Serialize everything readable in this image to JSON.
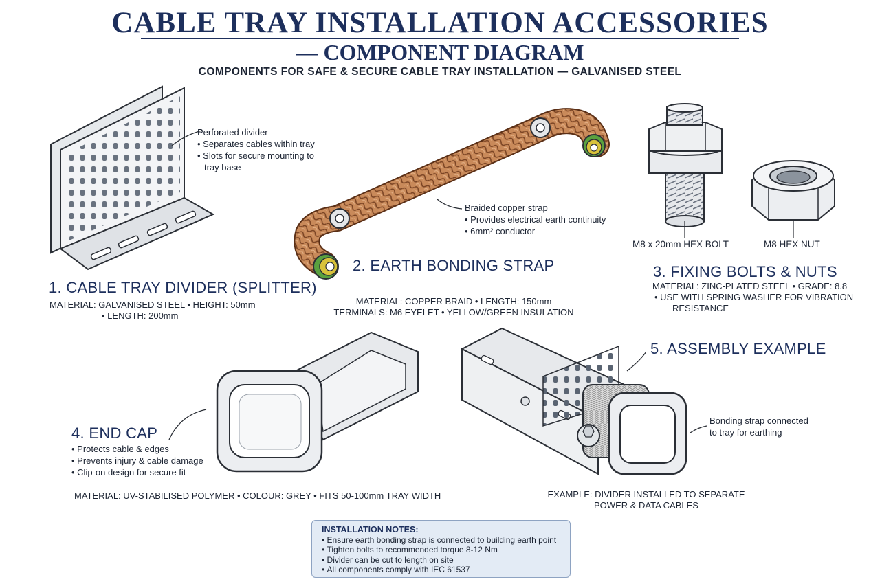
{
  "header": {
    "title": "CABLE TRAY INSTALLATION ACCESSORIES",
    "subtitle": "— COMPONENT DIAGRAM",
    "tagline": "COMPONENTS FOR SAFE & SECURE CABLE TRAY INSTALLATION — GALVANISED STEEL"
  },
  "divider": {
    "heading": "1. CABLE TRAY DIVIDER (SPLITTER)",
    "spec_line1": "MATERIAL: GALVANISED STEEL • HEIGHT: 50mm",
    "spec_line2": "• LENGTH: 200mm",
    "callout_title": "Perforated divider",
    "callout_items": [
      "Separates cables within tray",
      "Slots for secure mounting to",
      "tray base"
    ]
  },
  "strap": {
    "heading": "2. EARTH BONDING STRAP",
    "spec_line1": "MATERIAL: COPPER BRAID • LENGTH: 150mm",
    "spec_line2": "TERMINALS: M6 EYELET • YELLOW/GREEN INSULATION",
    "callout_title": "Braided copper strap",
    "callout_items": [
      "Provides electrical earth continuity",
      "6mm² conductor"
    ]
  },
  "bolts": {
    "heading": "3. FIXING BOLTS & NUTS",
    "bolt_label": "M8 x 20mm HEX BOLT",
    "nut_label": "M8 HEX NUT",
    "spec_line1": "MATERIAL: ZINC-PLATED STEEL • GRADE: 8.8",
    "spec_line2": "• USE WITH SPRING WASHER FOR VIBRATION",
    "spec_line3": "RESISTANCE"
  },
  "endcap": {
    "heading": "4. END CAP",
    "items": [
      "Protects cable & edges",
      "Prevents injury & cable damage",
      "Clip-on design for secure fit"
    ],
    "spec": "MATERIAL: UV-STABILISED POLYMER • COLOUR: GREY • FITS 50-100mm TRAY WIDTH"
  },
  "assembly": {
    "heading": "5. ASSEMBLY EXAMPLE",
    "callout_line1": "Bonding strap connected",
    "callout_line2": "to tray for earthing",
    "caption_line1": "EXAMPLE: DIVIDER INSTALLED TO SEPARATE",
    "caption_line2": "POWER & DATA CABLES"
  },
  "notes": {
    "title": "INSTALLATION NOTES:",
    "items": [
      "Ensure earth bonding strap is connected to building earth point",
      "Tighten bolts to recommended torque 8-12 Nm",
      "Divider can be cut to length on site",
      "All components comply with IEC 61537"
    ]
  },
  "colors": {
    "heading": "#1d2f5c",
    "copper": "#c07a4a",
    "steel": "#e4e7ea",
    "insulation_yellow": "#d8c23a",
    "insulation_green": "#4f9a3c",
    "notes_bg": "#e3ebf5"
  }
}
